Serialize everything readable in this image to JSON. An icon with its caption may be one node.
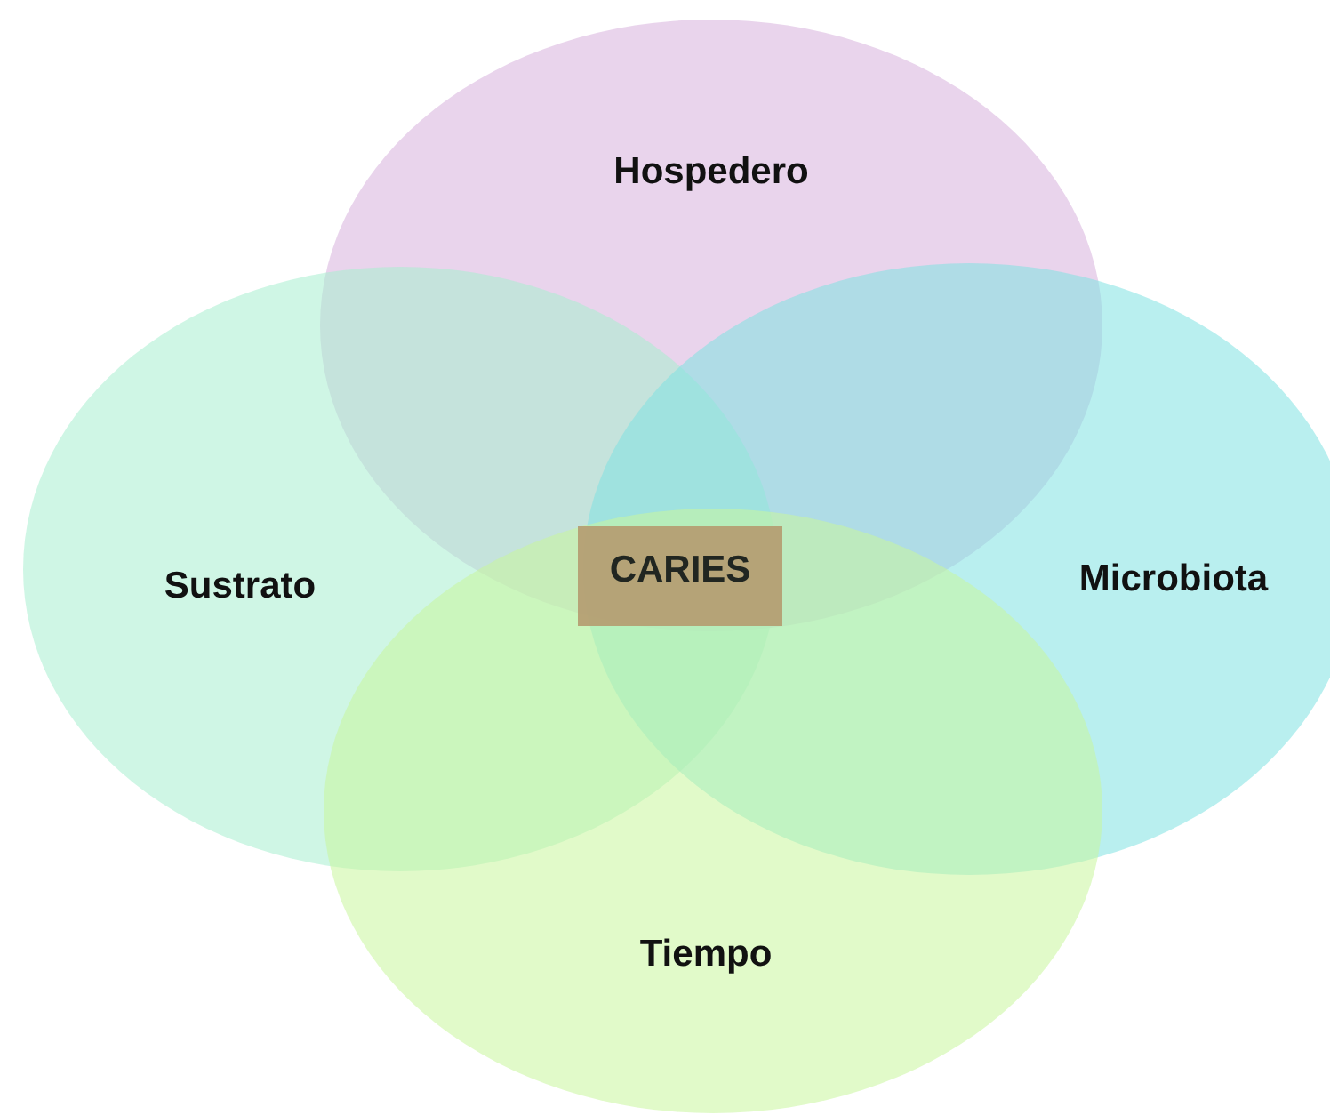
{
  "diagram": {
    "nodes": [
      {
        "text": [
          "Hospedero"
        ]
      },
      {
        "text": [
          "Sustrato"
        ]
      },
      {
        "text": [
          "Microbiota"
        ]
      },
      {
        "text": [
          "Tiempo"
        ]
      },
      {
        "text": [
          "CARIES"
        ]
      }
    ]
  }
}
